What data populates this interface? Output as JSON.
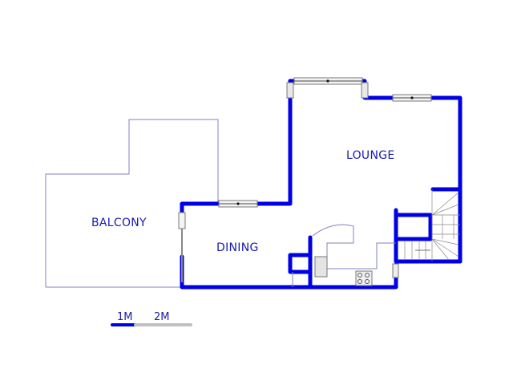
{
  "plan": {
    "rooms": [
      {
        "name": "LOUNGE"
      },
      {
        "name": "BALCONY"
      },
      {
        "name": "DINING"
      }
    ]
  },
  "scale": {
    "labels": [
      "1M",
      "2M"
    ]
  },
  "colors": {
    "wall": "#0000e6",
    "outline": "#8080c0",
    "window": "#c8c8c8",
    "label": "#1a1ab4"
  }
}
